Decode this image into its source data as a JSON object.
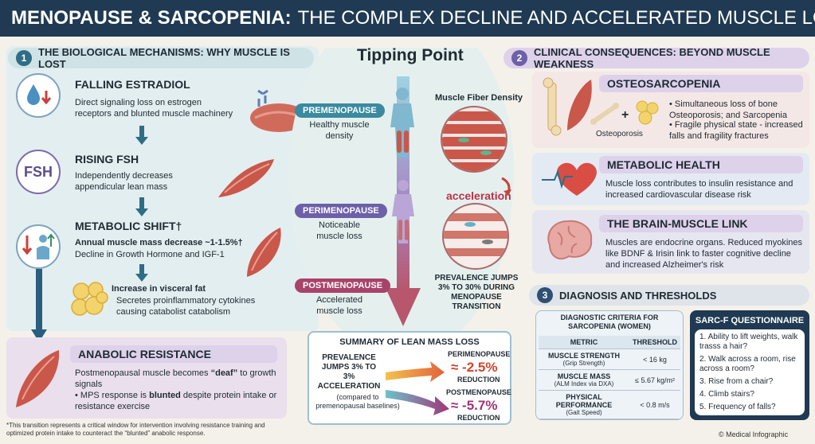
{
  "title": {
    "bold": "MENOPAUSE & SARCOPENIA:",
    "rest": "THE COMPLEX DECLINE AND ACCELERATED MUSCLE LOSS"
  },
  "section1": {
    "number": "1",
    "heading": "THE BIOLOGICAL MECHANISMS: WHY MUSCLE IS LOST",
    "estradiol": {
      "title": "FALLING ESTRADIOL",
      "text": "Direct signaling loss on estrogen receptors and blunted muscle machinery"
    },
    "fsh": {
      "icon_label": "FSH",
      "title": "RISING FSH",
      "text": "Independently decreases appendicular lean mass"
    },
    "metabolic": {
      "title": "METABOLIC SHIFT†",
      "bold_text": "Annual muscle mass decrease ~1-1.5%†",
      "text": "Decline in Growth Hormone and IGF-1"
    },
    "visceral": {
      "title": "Increase in visceral fat",
      "text": "Secretes proinflammatory cytokines causing catabolist catabolism"
    },
    "anabolic": {
      "title": "ANABOLIC RESISTANCE",
      "text_a": "Postmenopausal muscle becomes ",
      "text_b": "“deaf”",
      "text_c": " to growth signals",
      "bullet_a": "• MPS response is ",
      "bullet_b": "blunted",
      "bullet_c": " despite protein intake or resistance exercise"
    }
  },
  "center": {
    "heading": "Tipping Point",
    "fiber_label": "Muscle Fiber Density",
    "acceleration": "acceleration",
    "stages": [
      {
        "label": "PREMENOPAUSE",
        "desc": "Healthy muscle density"
      },
      {
        "label": "PERIMENOPAUSE",
        "desc": "Noticeable muscle loss"
      },
      {
        "label": "POSTMENOPAUSE",
        "desc": "Accelerated muscle loss"
      }
    ],
    "prevalence": "PREVALENCE JUMPS 3% TO 30% DURING MENOPAUSE TRANSITION"
  },
  "summary": {
    "title": "SUMMARY OF LEAN MASS LOSS",
    "left": "PREVALENCE JUMPS 3% TO 3% ACCELERATION",
    "left_note": "(compared to premenopausal baselines)",
    "peri": {
      "label": "PERIMENOPAUSE",
      "value": "≈ -2.5%",
      "sub": "REDUCTION"
    },
    "post": {
      "label": "POSTMENOPAUSE",
      "value": "≈ -5.7%",
      "sub": "REDUCTION"
    }
  },
  "section2": {
    "number": "2",
    "heading": "CLINICAL CONSEQUENCES: BEYOND MUSCLE WEAKNESS",
    "osteo": {
      "title": "OSTEOSARCOPENIA",
      "icon_label": "Osteoporosis",
      "b1": "• Simultaneous loss of bone Osteoporosis; and Sarcopenia",
      "b2": "• Fragile physical state - increased falls and fragility fractures"
    },
    "metabolic": {
      "title": "METABOLIC HEALTH",
      "text": "Muscle loss contributes to insulin resistance and increased cardiovascular disease risk"
    },
    "brain": {
      "title": "THE BRAIN-MUSCLE LINK",
      "text": "Muscles are endocrine organs. Reduced myokines like BDNF & Irisin link to faster cognitive decline and increased Alzheimer's risk"
    }
  },
  "section3": {
    "number": "3",
    "heading": "DIAGNOSIS AND THRESHOLDS",
    "table_title": "DIAGNOSTIC CRITERIA FOR SARCOPENIA (WOMEN)",
    "col_metric": "METRIC",
    "col_threshold": "THRESHOLD",
    "rows": [
      {
        "metric": "MUSCLE STRENGTH",
        "sub": "(Grip Strength)",
        "threshold": "< 16 kg"
      },
      {
        "metric": "MUSCLE MASS",
        "sub": "(ALM Index via DXA)",
        "threshold": "≤ 5.67 kg/m²"
      },
      {
        "metric": "PHYSICAL PERFORMANCE",
        "sub": "(Gait Speed)",
        "threshold": "< 0.8 m/s"
      }
    ],
    "sarc_title": "SARC-F QUESTIONNAIRE",
    "sarc_items": [
      "1. Ability to lift weights, walk trasss a hair?",
      "2. Walk across a room, rise across a room?",
      "3. Rise from a chair?",
      "4. Climb stairs?",
      "5. Frequency of falls?"
    ]
  },
  "footnote": "*This transition represents a critical window for intervention involving resistance training and optimized protein intake to counteract the “blunted” anabolic response.",
  "credit": "© Medical Infographic"
}
